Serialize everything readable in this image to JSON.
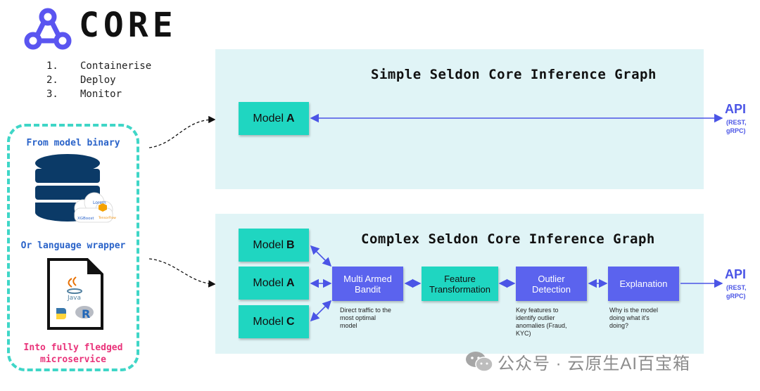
{
  "header": {
    "logo_text": "CORE",
    "steps": [
      {
        "num": "1.",
        "label": "Containerise"
      },
      {
        "num": "2.",
        "label": "Deploy"
      },
      {
        "num": "3.",
        "label": "Monitor"
      }
    ]
  },
  "sources": {
    "from_binary": "From model binary",
    "or_wrapper": "Or language wrapper",
    "microservice_line1": "Into fully fledged",
    "microservice_line2": "microservice",
    "binary_logos": [
      "Lorem",
      "XGBoost",
      "TensorFlow"
    ],
    "wrapper_logos": [
      "Java",
      "Python",
      "R"
    ]
  },
  "simple_graph": {
    "title": "Simple Seldon Core Inference Graph",
    "model": {
      "prefix": "Model",
      "letter": "A"
    },
    "api": {
      "label": "API",
      "sub1": "(REST,",
      "sub2": "gRPC)"
    }
  },
  "complex_graph": {
    "title": "Complex Seldon Core Inference Graph",
    "models": [
      {
        "prefix": "Model",
        "letter": "B"
      },
      {
        "prefix": "Model",
        "letter": "A"
      },
      {
        "prefix": "Model",
        "letter": "C"
      }
    ],
    "nodes": {
      "bandit": {
        "line1": "Multi Armed",
        "line2": "Bandit"
      },
      "feature": {
        "line1": "Feature",
        "line2": "Transformation"
      },
      "outlier": {
        "line1": "Outlier",
        "line2": "Detection"
      },
      "explanation": {
        "line1": "Explanation"
      }
    },
    "notes": {
      "bandit": [
        "Direct traffic to the",
        "most optimal",
        "model"
      ],
      "outlier": [
        "Key features to",
        "identify outlier",
        "anomalies (Fraud,",
        "KYC)"
      ],
      "explanation": [
        "Why is the model",
        "doing what it's",
        "doing?"
      ]
    },
    "api": {
      "label": "API",
      "sub1": "(REST,",
      "sub2": "gRPC)"
    }
  },
  "watermark": "公众号 · 云原生AI百宝箱",
  "colors": {
    "teal": "#1fd6c1",
    "purple": "#5b63ee",
    "panel_bg": "#e0f4f6",
    "dashed_border": "#3fd6c7",
    "label_blue": "#2a63c9",
    "label_pink": "#e9337a",
    "logo_blue": "#5a55f0"
  }
}
